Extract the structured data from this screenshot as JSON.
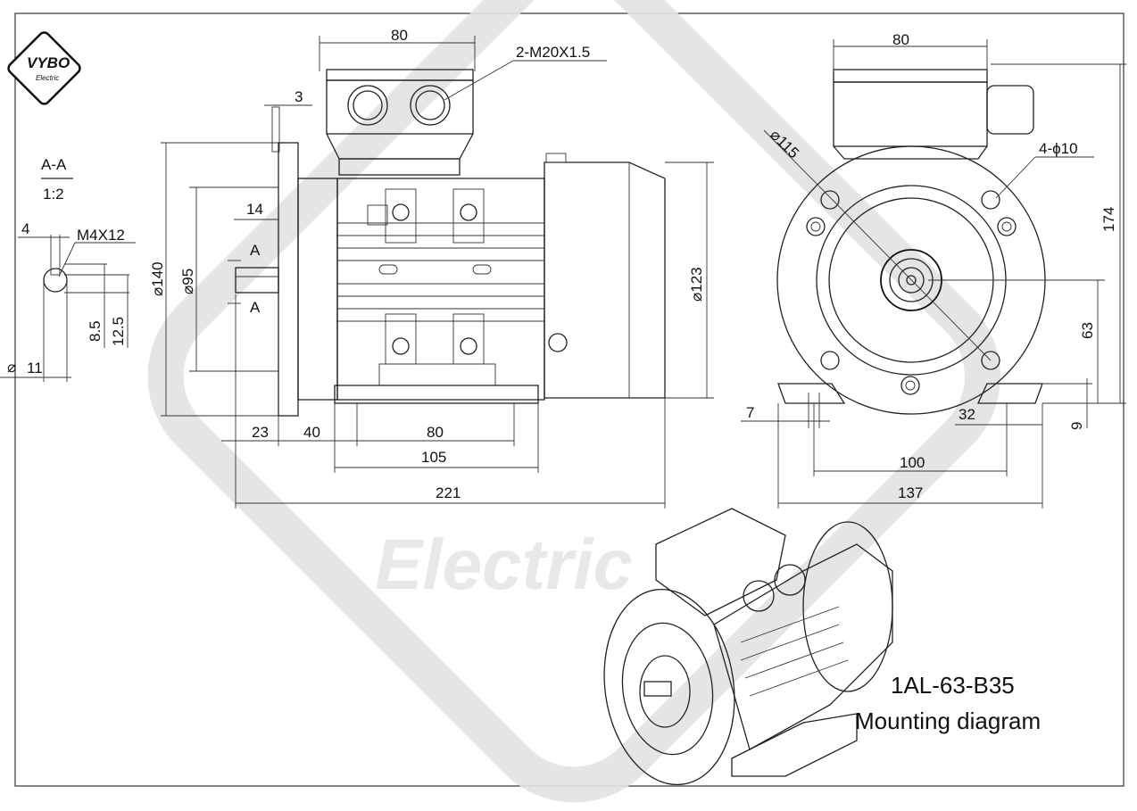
{
  "brand": {
    "logo_text": "VYBO",
    "logo_sub": "Electric"
  },
  "watermark": {
    "text": "Electric"
  },
  "section": {
    "title": "A-A",
    "scale": "1:2",
    "key_width": "4",
    "thread": "M4X12",
    "dim_8_5": "8.5",
    "dim_12_5": "12.5",
    "shaft_dia": "11",
    "cut_label_top": "A",
    "cut_label_bottom": "A"
  },
  "side_view": {
    "terminal_width": "80",
    "cable_gland": "2-M20X1.5",
    "flange_thickness": "3",
    "flange_dia": "140",
    "spigot_dia": "95",
    "shaft_length": "14",
    "body_dia": "123",
    "dim_23": "23",
    "dim_40": "40",
    "dim_80": "80",
    "dim_105": "105",
    "overall_length": "221"
  },
  "end_view": {
    "terminal_width": "80",
    "pcd": "115",
    "holes": "4-",
    "hole_dia": "10",
    "height": "174",
    "shaft_height": "63",
    "foot_thickness": "9",
    "dim_7": "7",
    "dim_32": "32",
    "foot_span": "100",
    "foot_width": "137"
  },
  "model": {
    "name": "1AL-63-B35",
    "caption": "Mounting  diagram"
  },
  "colors": {
    "line": "#222222",
    "watermark": "#d9d9d9",
    "accent": "#d33a2c"
  }
}
